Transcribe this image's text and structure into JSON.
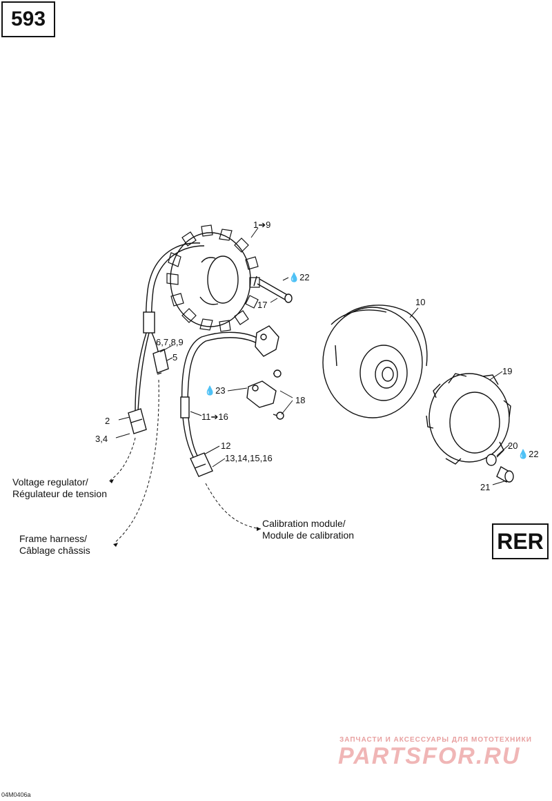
{
  "page_number": "593",
  "variant_badge": "RER",
  "drawing_code": "04M0406a",
  "watermark": {
    "tagline": "ЗАПЧАСТИ И АКСЕССУАРЫ ДЛЯ МОТОТЕХНИКИ",
    "brand": "PARTSFOR.RU"
  },
  "part_labels": {
    "p1_9": "1➔9",
    "p22a": "💧22",
    "p17": "17",
    "p10": "10",
    "p6789": "6,7,8,9",
    "p5": "5",
    "p23": "💧23",
    "p18": "18",
    "p2": "2",
    "p34": "3,4",
    "p11_16": "11➔16",
    "p12": "12",
    "p13_16": "13,14,15,16",
    "p19": "19",
    "p20": "20",
    "p22b": "💧22",
    "p21": "21"
  },
  "callouts": {
    "voltage_regulator": [
      "Voltage regulator/",
      "Régulateur de tension"
    ],
    "frame_harness": [
      "Frame harness/",
      "Câblage châssis"
    ],
    "calibration_module": [
      "Calibration module/",
      "Module de calibration"
    ]
  },
  "colors": {
    "ink": "#111111",
    "watermark": "#f0b6b6"
  }
}
